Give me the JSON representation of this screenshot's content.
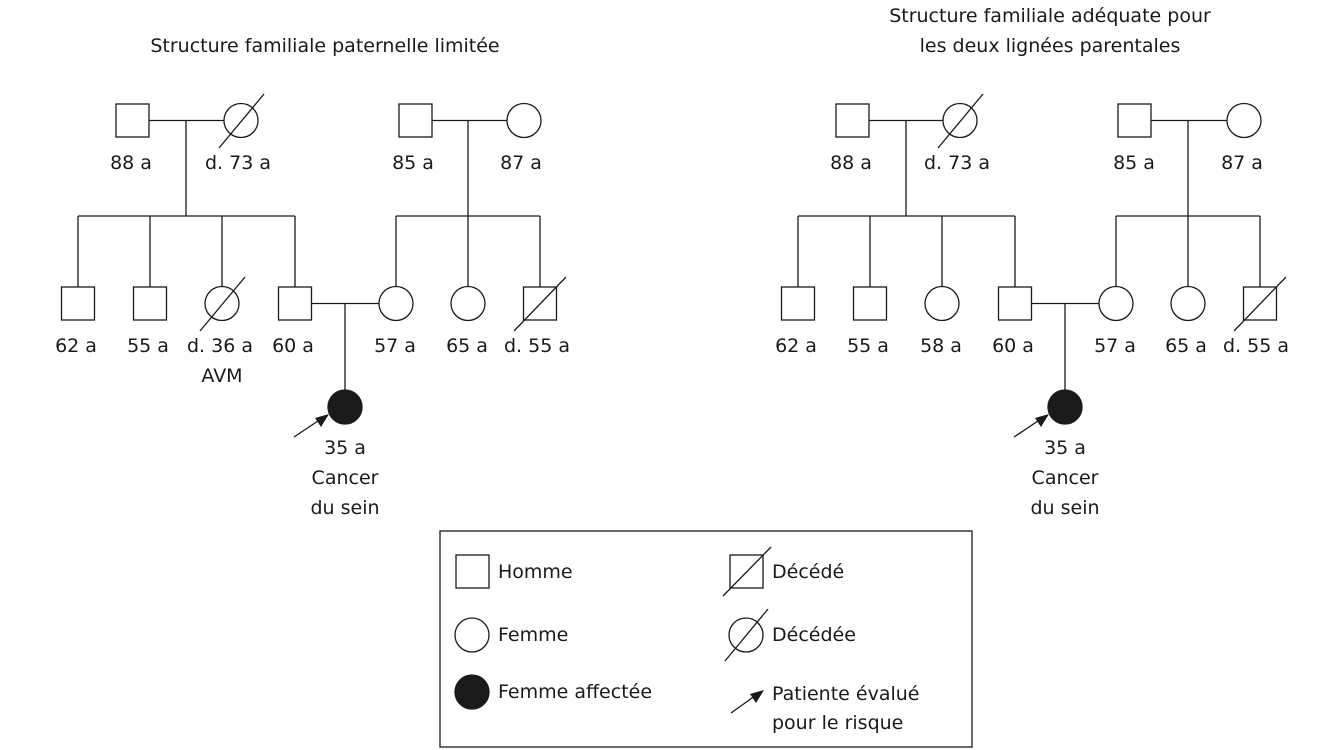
{
  "titles": {
    "left": "Structure familiale paternelle limitée",
    "right_line1": "Structure familiale adéquate pour",
    "right_line2": "les deux lignées parentales"
  },
  "left_tree": {
    "gp_paternal": {
      "grandfather": "88 a",
      "grandmother": "d. 73 a"
    },
    "gp_maternal": {
      "grandfather": "85 a",
      "grandmother": "87 a"
    },
    "children": [
      {
        "label": "62 a",
        "sex": "male",
        "deceased": false
      },
      {
        "label": "55 a",
        "sex": "male",
        "deceased": false
      },
      {
        "label": "d. 36 a",
        "label2": "AVM",
        "sex": "female",
        "deceased": true
      },
      {
        "label": "60 a",
        "sex": "male",
        "deceased": false
      },
      {
        "label": "57 a",
        "sex": "female",
        "deceased": false
      },
      {
        "label": "65 a",
        "sex": "female",
        "deceased": false
      },
      {
        "label": "d. 55 a",
        "sex": "male",
        "deceased": true
      }
    ],
    "proband": {
      "line1": "35 a",
      "line2": "Cancer",
      "line3": "du sein"
    }
  },
  "right_tree": {
    "gp_paternal": {
      "grandfather": "88 a",
      "grandmother": "d. 73 a"
    },
    "gp_maternal": {
      "grandfather": "85 a",
      "grandmother": "87 a"
    },
    "children": [
      {
        "label": "62 a",
        "sex": "male",
        "deceased": false
      },
      {
        "label": "55 a",
        "sex": "male",
        "deceased": false
      },
      {
        "label": "58 a",
        "sex": "female",
        "deceased": false
      },
      {
        "label": "60 a",
        "sex": "male",
        "deceased": false
      },
      {
        "label": "57 a",
        "sex": "female",
        "deceased": false
      },
      {
        "label": "65 a",
        "sex": "female",
        "deceased": false
      },
      {
        "label": "d. 55 a",
        "sex": "male",
        "deceased": true
      }
    ],
    "proband": {
      "line1": "35 a",
      "line2": "Cancer",
      "line3": "du sein"
    }
  },
  "legend": {
    "male": "Homme",
    "deceased_male": "Décédé",
    "female": "Femme",
    "deceased_female": "Décédée",
    "affected_female": "Femme affectée",
    "proband_line1": "Patiente évalué",
    "proband_line2": "pour le risque"
  },
  "colors": {
    "ink": "#1a1a1a",
    "background": "#ffffff"
  }
}
